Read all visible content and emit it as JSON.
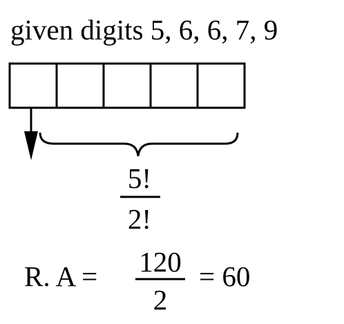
{
  "heading": "given digits 5, 6, 6, 7, 9",
  "digit_boxes": [
    "",
    "",
    "",
    "",
    ""
  ],
  "fraction": {
    "numerator": "5!",
    "denominator": "2!"
  },
  "result": {
    "lhs": "R. A =",
    "numerator": "120",
    "denominator": "2",
    "rhs": "= 60"
  },
  "colors": {
    "ink": "#000000",
    "background": "#ffffff"
  }
}
